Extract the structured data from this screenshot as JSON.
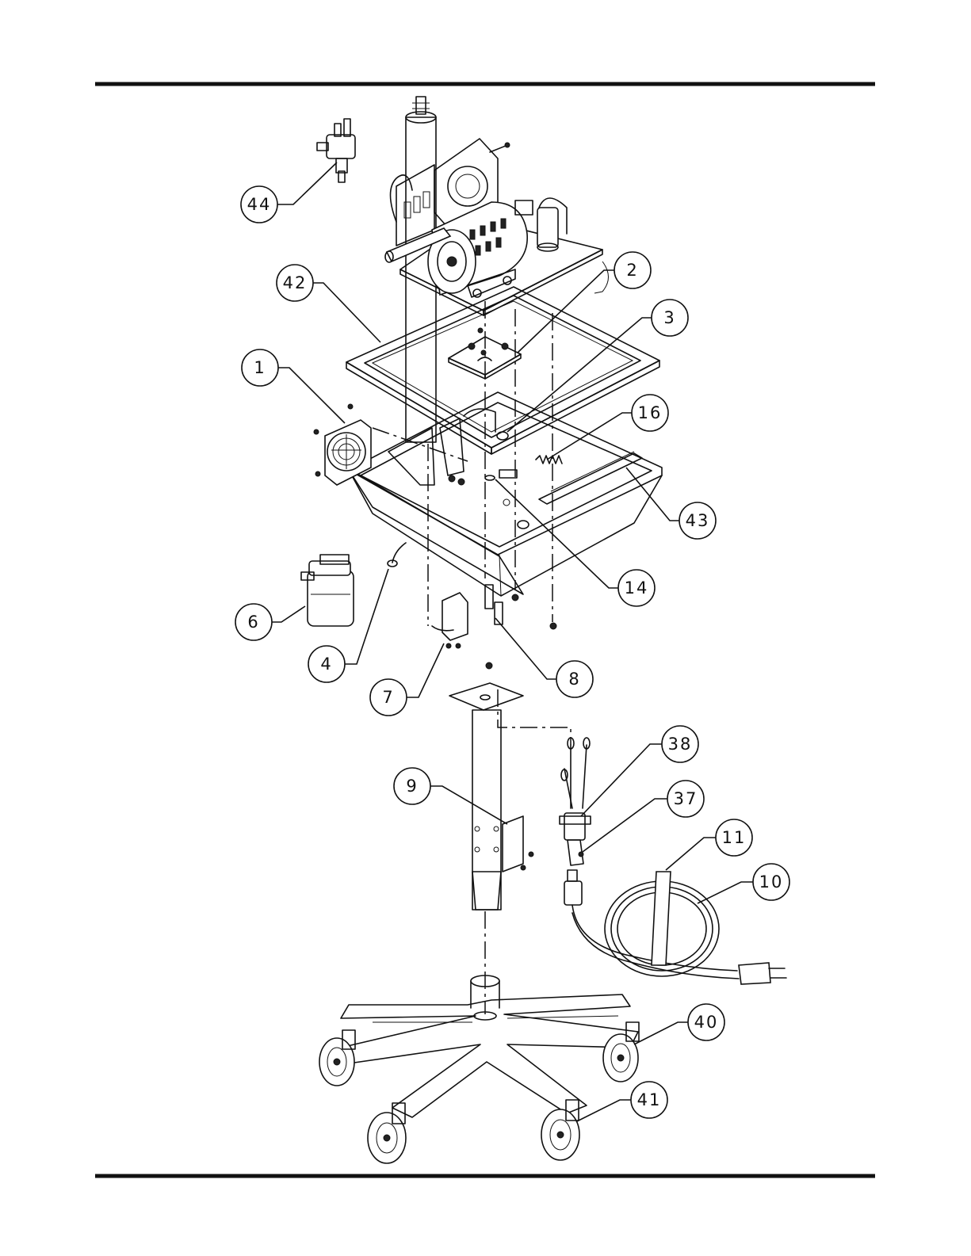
{
  "callouts": [
    {
      "id": "44"
    },
    {
      "id": "42"
    },
    {
      "id": "2"
    },
    {
      "id": "3"
    },
    {
      "id": "1"
    },
    {
      "id": "16"
    },
    {
      "id": "43"
    },
    {
      "id": "14"
    },
    {
      "id": "6"
    },
    {
      "id": "4"
    },
    {
      "id": "8"
    },
    {
      "id": "7"
    },
    {
      "id": "38"
    },
    {
      "id": "9"
    },
    {
      "id": "37"
    },
    {
      "id": "11"
    },
    {
      "id": "10"
    },
    {
      "id": "40"
    },
    {
      "id": "41"
    }
  ]
}
